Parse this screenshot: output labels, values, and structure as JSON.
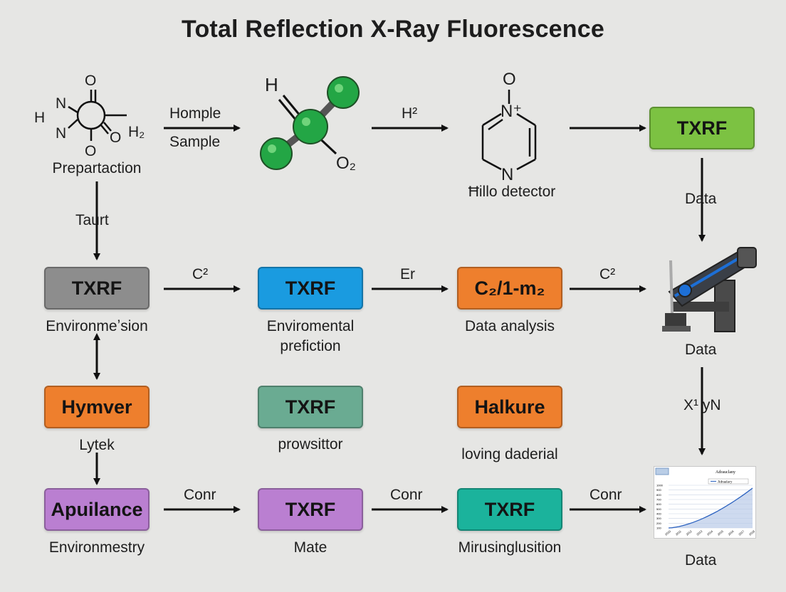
{
  "title": "Total Reflection X-Ray Fluorescence",
  "row1": {
    "molecule_labels": {
      "h": "H",
      "n1": "N",
      "n2": "N",
      "o_top": "O",
      "o_right": "O",
      "o_bottom": "O",
      "h2": "H₂"
    },
    "preparation_caption": "Prepartaction",
    "edge1_top": "Homple",
    "edge1_bottom": "Sample",
    "model_h": "H",
    "model_o2": "O₂",
    "edge2_label": "H²",
    "ring_o": "O",
    "ring_n_top": "N⁺",
    "ring_n_bottom": "N",
    "ring_caption": "Ħillo detector",
    "txrf_green": "TXRF"
  },
  "side_labels": {
    "taurt": "Taurt",
    "data_top": "Data",
    "data_mid": "Data",
    "xy": "X¹ yN",
    "data_bottom": "Data"
  },
  "row2": {
    "box1": "TXRF",
    "cap1": "Environmeʼsion",
    "edge1": "C²",
    "box2": "TXRF",
    "cap2_line1": "Enviromental",
    "cap2_line2": "prefiction",
    "edge2": "Er",
    "box3": "C₂/1-m₂",
    "cap3": "Data analysis",
    "edge3": "C²"
  },
  "row3": {
    "box1": "Hymver",
    "cap1": "Lytek",
    "box2": "TXRF",
    "cap2": "prowsittor",
    "box3": "Halkure",
    "cap3": "loving daderial"
  },
  "row4": {
    "box1": "Apuilance",
    "cap1": "Environmestry",
    "edge1": "Conr",
    "box2": "TXRF",
    "cap2": "Mate",
    "edge2": "Conr",
    "box3": "TXRF",
    "cap3": "Mirusinglusition",
    "edge3": "Conr"
  },
  "mini_chart": {
    "title": "Adrauclany",
    "legend": "Adraalacy",
    "tick_labels": [
      "1000",
      "900",
      "800",
      "700",
      "600",
      "500",
      "400",
      "300",
      "200",
      "100"
    ],
    "x_labels": [
      "2010",
      "2011",
      "2012",
      "2013",
      "2014",
      "2015",
      "2016",
      "2017",
      "2018"
    ]
  },
  "colors": {
    "gray": "#8d8d8d",
    "blue": "#1a9be0",
    "orange": "#ee7f2d",
    "green_gray": "#6aab92",
    "purple": "#ba7fd1",
    "teal": "#1bb39c",
    "lime": "#7cc242",
    "ball": "#23a645"
  }
}
